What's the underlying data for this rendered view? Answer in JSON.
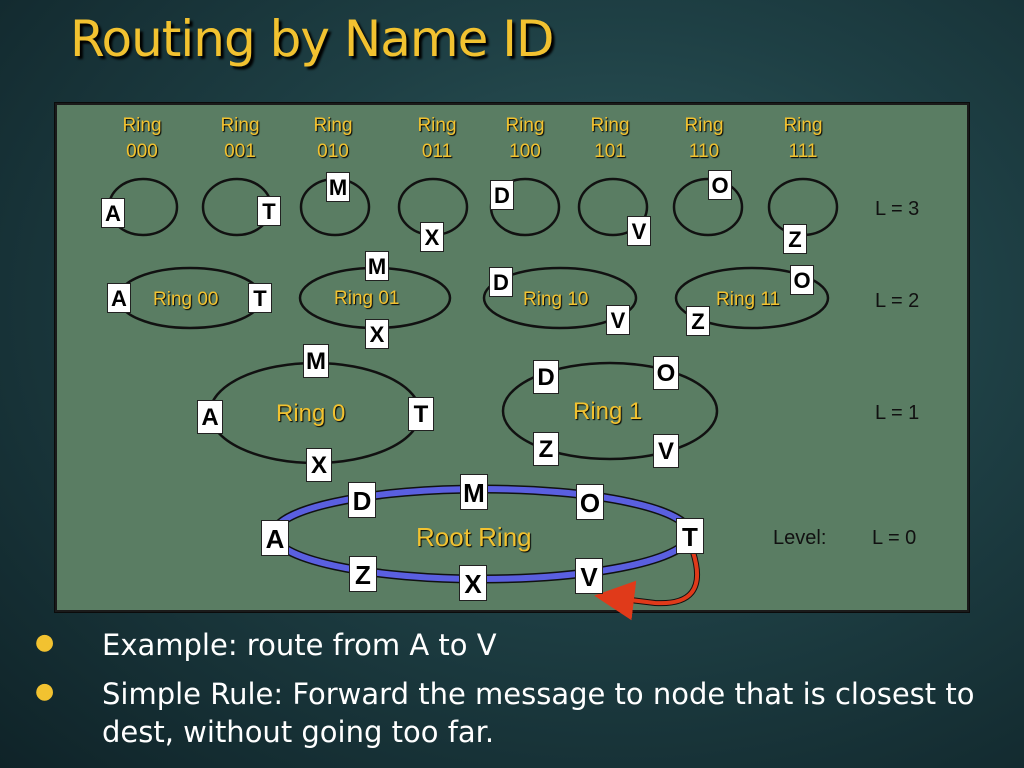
{
  "title": "Routing by Name ID",
  "ring_labels": [
    {
      "top": "Ring",
      "bottom": "000"
    },
    {
      "top": "Ring",
      "bottom": "001"
    },
    {
      "top": "Ring",
      "bottom": "010"
    },
    {
      "top": "Ring",
      "bottom": "011"
    },
    {
      "top": "Ring",
      "bottom": "100"
    },
    {
      "top": "Ring",
      "bottom": "101"
    },
    {
      "top": "Ring",
      "bottom": "110"
    },
    {
      "top": "Ring",
      "bottom": "111"
    }
  ],
  "ring_names": {
    "r00": "Ring 00",
    "r01": "Ring 01",
    "r10": "Ring 10",
    "r11": "Ring 11",
    "r0": "Ring 0",
    "r1": "Ring 1",
    "root": "Root Ring"
  },
  "levels": {
    "l3": "L = 3",
    "l2": "L = 2",
    "l1": "L = 1",
    "l0": "L = 0",
    "level_word": "Level:"
  },
  "nodes": {
    "A": "A",
    "T": "T",
    "M": "M",
    "X": "X",
    "D": "D",
    "V": "V",
    "O": "O",
    "Z": "Z"
  },
  "colors": {
    "accent": "#f2c230",
    "panel": "#5a7d63",
    "root_ring": "#5a5fe0",
    "arrow": "#e03a1a"
  },
  "bullets": [
    "Example: route from A to V",
    "Simple Rule: Forward the message to node that is closest to dest, without going too far."
  ]
}
